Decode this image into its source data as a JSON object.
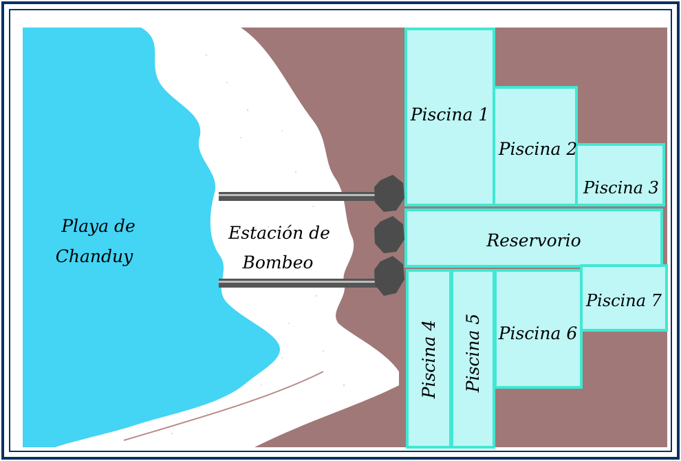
{
  "colors": {
    "frame": "#0b2f63",
    "land": "#a07878",
    "sea": "#44d4f4",
    "sand": "#ffffff",
    "pool_fill": "#bff6f6",
    "pool_border": "#40e8d2",
    "pump": "#4c4c4c",
    "pipe": "#555555"
  },
  "labels": {
    "beach": [
      "Playa de",
      "Chanduy"
    ],
    "station": [
      "Estación de",
      "Bombeo"
    ],
    "pool_1": "Piscina 1",
    "pool_2": "Piscina 2",
    "pool_3": "Piscina 3",
    "reservoir": "Reservorio",
    "pool_4": "Piscina 4",
    "pool_5": "Piscina 5",
    "pool_6": "Piscina 6",
    "pool_7": "Piscina 7"
  }
}
